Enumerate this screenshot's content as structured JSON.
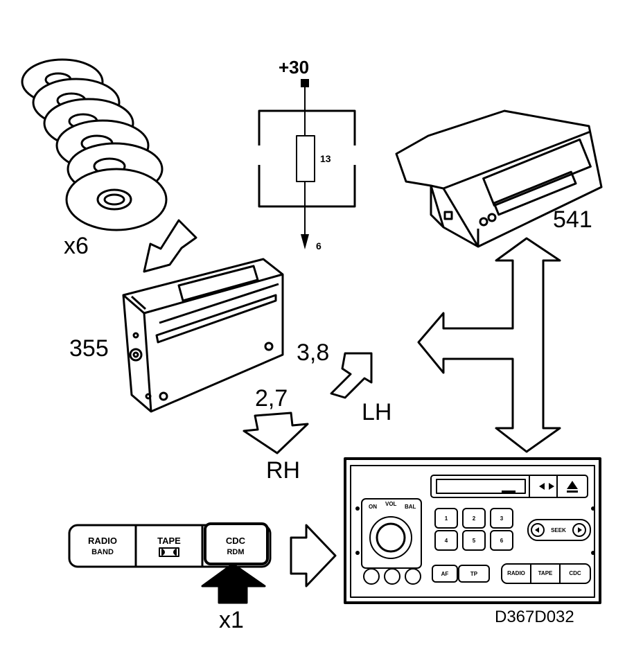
{
  "labels": {
    "cd_count": "x6",
    "changer_id": "355",
    "fuse_power": "+30",
    "fuse_number": "13",
    "fuse_output": "6",
    "radio_id": "541",
    "lh_pins": "3,8",
    "lh_label": "LH",
    "rh_pins": "2,7",
    "rh_label": "RH",
    "press_count": "x1",
    "figure_code": "D367D032"
  },
  "buttons": {
    "radio": "RADIO",
    "radio_sub": "BAND",
    "tape": "TAPE",
    "cdc": "CDC",
    "cdc_sub": "RDM"
  },
  "head_unit": {
    "on": "ON",
    "vol": "VOL",
    "bal": "BAL",
    "seek": "SEEK",
    "presets": [
      "1",
      "2",
      "3",
      "4",
      "5",
      "6"
    ],
    "af": "AF",
    "tp": "TP",
    "radio": "RADIO",
    "tape": "TAPE",
    "cdc": "CDC"
  }
}
